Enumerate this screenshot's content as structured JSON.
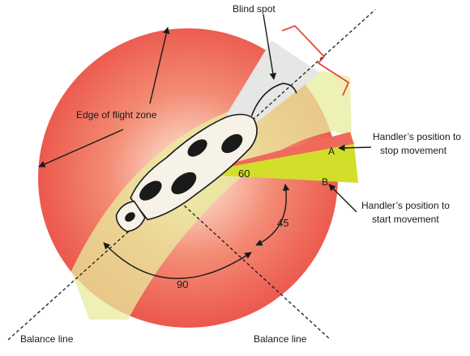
{
  "labels": {
    "blind_spot": "Blind spot",
    "edge_of_flight_zone": "Edge of flight zone",
    "handler_stop_line1": "Handler’s position to",
    "handler_stop_line2": "stop movement",
    "handler_start_line1": "Handler’s position to",
    "handler_start_line2": "start movement",
    "point_a": "A",
    "point_b": "B",
    "balance_line_left": "Balance line",
    "balance_line_right": "Balance line"
  },
  "angles": {
    "shoulder": "60",
    "side": "45",
    "rear": "90"
  },
  "colors": {
    "flight_zone_outer": "#ec5a4f",
    "flight_zone_inner": "#fce6da",
    "pressure_band": "#e8ec9e",
    "blind_spot": "#e6e6e4",
    "handler_zone": "#d2df2a",
    "stop_zone": "#ef6a5a",
    "arrows": "#1a1a1a",
    "blind_bracket": "#e8473b"
  },
  "icons": {
    "animal": "cow-icon"
  }
}
